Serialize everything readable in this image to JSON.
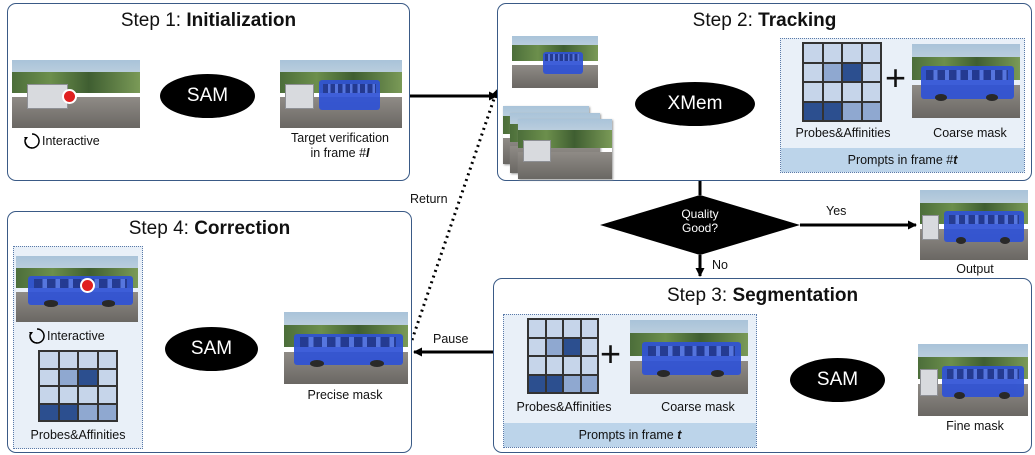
{
  "step1": {
    "title_prefix": "Step 1: ",
    "title_bold": "Initialization",
    "interactive": "Interactive",
    "sam": "SAM",
    "verification_line1": "Target verification",
    "verification_line2_prefix": "in frame #",
    "verification_line2_var": "I"
  },
  "step2": {
    "title_prefix": "Step 2: ",
    "title_bold": "Tracking",
    "xmem": "XMem",
    "probes": "Probes&Affinities",
    "coarse": "Coarse mask",
    "prompts_prefix": "Prompts in frame #",
    "prompts_var": "t"
  },
  "decision": {
    "line1": "Quality",
    "line2": "Good?",
    "yes": "Yes",
    "no": "No",
    "output": "Output"
  },
  "step3": {
    "title_prefix": "Step 3: ",
    "title_bold": "Segmentation",
    "probes": "Probes&Affinities",
    "coarse": "Coarse mask",
    "prompts_prefix": "Prompts in frame ",
    "prompts_var": "t",
    "sam": "SAM",
    "fine": "Fine mask"
  },
  "step4": {
    "title_prefix": "Step 4: ",
    "title_bold": "Correction",
    "interactive": "Interactive",
    "probes": "Probes&Affinities",
    "sam": "SAM",
    "precise": "Precise mask"
  },
  "edges": {
    "return": "Return",
    "pause": "Pause"
  },
  "colors": {
    "panel_border": "#3a5a86",
    "mask_blue": "#2f52d6",
    "prompt_bg": "#e9f0f8",
    "prompt_label_bg": "#bcd4ea",
    "grid_light": "#c6d5ea",
    "grid_mid": "#8fa8d0",
    "grid_dark": "#2c4f8f"
  },
  "grids": {
    "step2": [
      "l",
      "l",
      "l",
      "l",
      "l",
      "m",
      "d",
      "l",
      "l",
      "l",
      "l",
      "l",
      "d",
      "d",
      "m",
      "m"
    ],
    "step3": [
      "l",
      "l",
      "l",
      "l",
      "l",
      "m",
      "d",
      "l",
      "l",
      "l",
      "l",
      "l",
      "d",
      "d",
      "m",
      "m"
    ],
    "step4": [
      "l",
      "l",
      "l",
      "l",
      "l",
      "m",
      "d",
      "l",
      "l",
      "l",
      "l",
      "l",
      "d",
      "d",
      "m",
      "m"
    ]
  }
}
